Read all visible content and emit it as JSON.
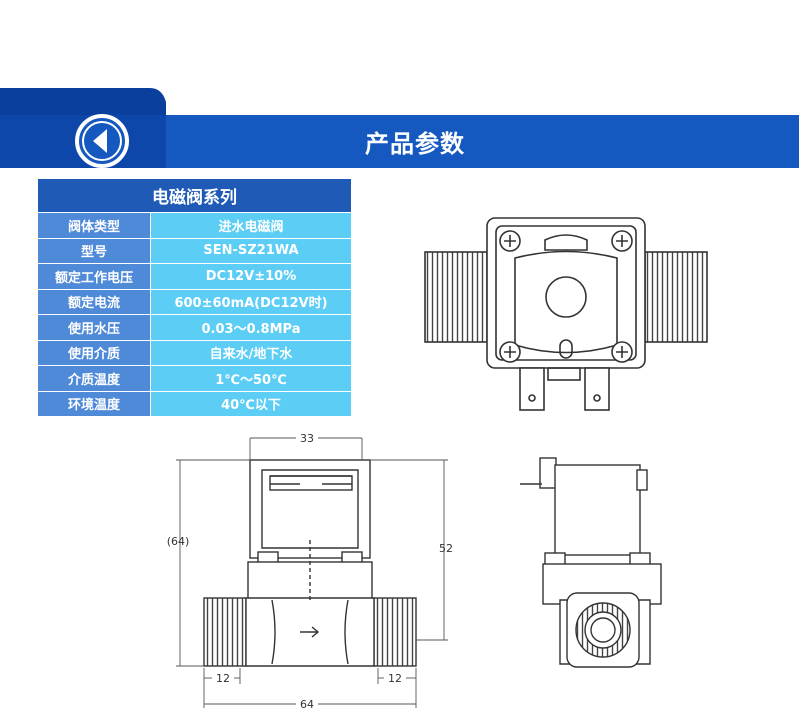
{
  "banner": {
    "title": "产品参数",
    "color_dark": "#0a3f9e",
    "color_main": "#1558c0"
  },
  "icons": {
    "back": "back-arrow-icon"
  },
  "spec": {
    "series": "电磁阀系列",
    "header_color": "#1f5ab6",
    "label_color": "#4f8ad8",
    "value_color": "#5ccdf5",
    "rows": [
      {
        "label": "阀体类型",
        "value": "进水电磁阀"
      },
      {
        "label": "型号",
        "value": "SEN-SZ21WA"
      },
      {
        "label": "额定工作电压",
        "value": "DC12V±10%"
      },
      {
        "label": "额定电流",
        "value": "600±60mA(DC12V时)"
      },
      {
        "label": "使用水压",
        "value": "0.03～0.8MPa"
      },
      {
        "label": "使用介质",
        "value": "自来水/地下水"
      },
      {
        "label": "介质温度",
        "value": "1℃～50℃"
      },
      {
        "label": "环境温度",
        "value": "40℃以下"
      }
    ]
  },
  "dimensions": {
    "top_width": "33",
    "overall_height": "(64)",
    "body_height": "52",
    "left_thread": "12",
    "right_thread": "12",
    "overall_width": "64"
  }
}
